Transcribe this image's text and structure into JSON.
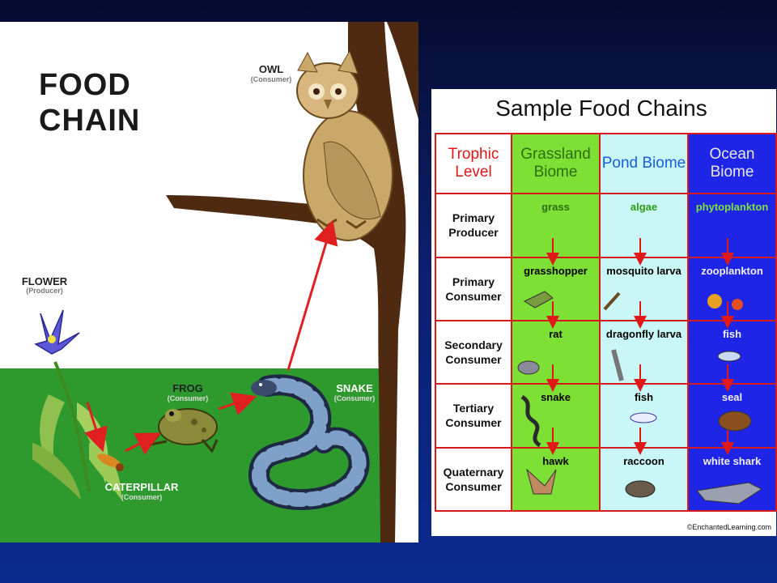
{
  "left": {
    "title": [
      "FOOD",
      "CHAIN"
    ],
    "nodes": {
      "owl": {
        "name": "OWL",
        "role": "(Consumer)"
      },
      "flower": {
        "name": "FLOWER",
        "role": "(Producer)"
      },
      "frog": {
        "name": "FROG",
        "role": "(Consumer)"
      },
      "snake": {
        "name": "SNAKE",
        "role": "(Consumer)"
      },
      "caterpillar": {
        "name": "CATERPILLAR",
        "role": "(Consumer)"
      }
    }
  },
  "right": {
    "title": "Sample Food Chains",
    "headers": [
      "Trophic Level",
      "Grassland Biome",
      "Pond Biome",
      "Ocean Biome"
    ],
    "header_colors": [
      "#e01818",
      "#2f6e10",
      "#1a5ce0",
      "#e8e8e8"
    ],
    "rows": [
      {
        "level": "Primary Producer",
        "grassland": "grass",
        "pond": "algae",
        "ocean": "phytoplankton"
      },
      {
        "level": "Primary Consumer",
        "grassland": "grasshopper",
        "pond": "mosquito larva",
        "ocean": "zooplankton"
      },
      {
        "level": "Secondary Consumer",
        "grassland": "rat",
        "pond": "dragonfly larva",
        "ocean": "fish"
      },
      {
        "level": "Tertiary Consumer",
        "grassland": "snake",
        "pond": "fish",
        "ocean": "seal"
      },
      {
        "level": "Quaternary Consumer",
        "grassland": "hawk",
        "pond": "raccoon",
        "ocean": "white shark"
      }
    ],
    "credit": "©EnchantedLearning.com"
  }
}
